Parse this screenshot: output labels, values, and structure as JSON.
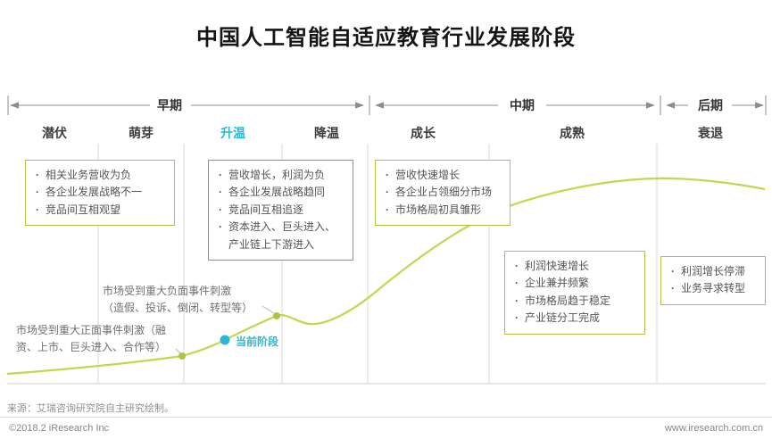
{
  "title": "中国人工智能自适应教育行业发展阶段",
  "phases": {
    "early": "早期",
    "mid": "中期",
    "late": "后期"
  },
  "stages": {
    "latent": "潜伏",
    "sprout": "萌芽",
    "heating": "升温",
    "cooling": "降温",
    "growth": "成长",
    "maturity": "成熟",
    "decline": "衰退"
  },
  "boxes": {
    "latent": {
      "items": [
        "相关业务营收为负",
        "各企业发展战略不一",
        "竞品间互相观望"
      ]
    },
    "heating": {
      "items": [
        "营收增长，利润为负",
        "各企业发展战略趋同",
        "竞品间互相追逐",
        "资本进入、巨头进入、产业链上下游进入"
      ]
    },
    "growth": {
      "items": [
        "营收快速增长",
        "各企业占领细分市场",
        "市场格局初具雏形"
      ]
    },
    "maturity": {
      "items": [
        "利润快速增长",
        "企业兼并频繁",
        "市场格局趋于稳定",
        "产业链分工完成"
      ]
    },
    "decline": {
      "items": [
        "利润增长停滞",
        "业务寻求转型"
      ]
    }
  },
  "annotations": {
    "negative_event": {
      "line1": "市场受到重大负面事件刺激",
      "line2": "（造假、投诉、倒闭、转型等）"
    },
    "positive_event": {
      "line1": "市场受到重大正面事件刺激（融",
      "line2": "资、上市、巨头进入、合作等）"
    },
    "current_stage": "当前阶段"
  },
  "source": "来源：艾瑞咨询研究院自主研究绘制。",
  "footer": {
    "copyright": "©2018.2 iResearch Inc",
    "website": "www.iresearch.com.cn"
  },
  "colors": {
    "accent_cyan": "#29b7d8",
    "curve_green": "#c3d64e",
    "box_border_green": "#a7c83d"
  }
}
